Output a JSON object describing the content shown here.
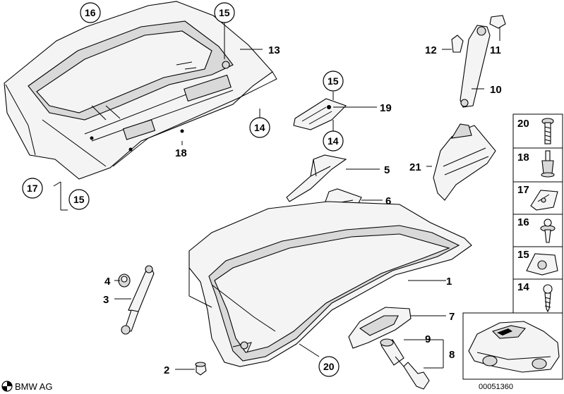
{
  "diagram": {
    "callouts": [
      {
        "id": "c1",
        "label": "1",
        "circled": false
      },
      {
        "id": "c2",
        "label": "2",
        "circled": false
      },
      {
        "id": "c3",
        "label": "3",
        "circled": false
      },
      {
        "id": "c4",
        "label": "4",
        "circled": false
      },
      {
        "id": "c5",
        "label": "5",
        "circled": false
      },
      {
        "id": "c6",
        "label": "6",
        "circled": false
      },
      {
        "id": "c7",
        "label": "7",
        "circled": false
      },
      {
        "id": "c8",
        "label": "8",
        "circled": false
      },
      {
        "id": "c9",
        "label": "9",
        "circled": false
      },
      {
        "id": "c10",
        "label": "10",
        "circled": false
      },
      {
        "id": "c11",
        "label": "11",
        "circled": false
      },
      {
        "id": "c12",
        "label": "12",
        "circled": false
      },
      {
        "id": "c13",
        "label": "13",
        "circled": false
      },
      {
        "id": "c18",
        "label": "18",
        "circled": false
      },
      {
        "id": "c19",
        "label": "19",
        "circled": false
      },
      {
        "id": "c21",
        "label": "21",
        "circled": false
      },
      {
        "id": "c14a",
        "label": "14",
        "circled": true
      },
      {
        "id": "c14b",
        "label": "14",
        "circled": true
      },
      {
        "id": "c15a",
        "label": "15",
        "circled": true
      },
      {
        "id": "c15b",
        "label": "15",
        "circled": true
      },
      {
        "id": "c15c",
        "label": "15",
        "circled": true
      },
      {
        "id": "c16",
        "label": "16",
        "circled": true
      },
      {
        "id": "c17",
        "label": "17",
        "circled": true
      },
      {
        "id": "c20",
        "label": "20",
        "circled": true
      }
    ],
    "legend": [
      "20",
      "18",
      "17",
      "16",
      "15",
      "14"
    ],
    "brand": "BMW AG",
    "drawing_number": "00051360"
  }
}
